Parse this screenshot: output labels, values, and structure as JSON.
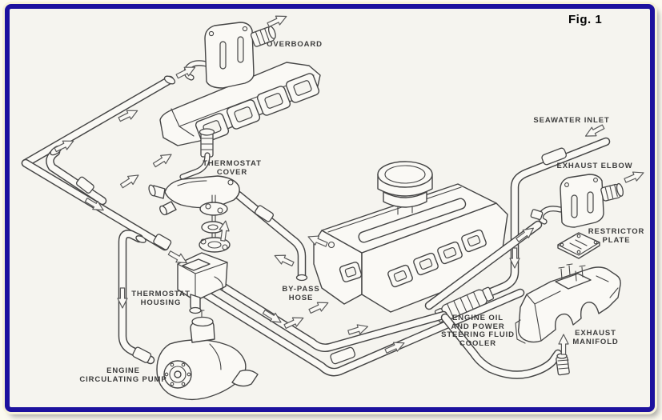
{
  "figure": {
    "number": "Fig. 1"
  },
  "labels": {
    "overboard": "OVERBOARD",
    "thermostat_cover": [
      "THERMOSTAT",
      "COVER"
    ],
    "seawater_inlet": "SEAWATER INLET",
    "exhaust_elbow": "EXHAUST ELBOW",
    "restrictor_plate": [
      "RESTRICTOR",
      "PLATE"
    ],
    "thermostat_housing": [
      "THERMOSTAT",
      "HOUSING"
    ],
    "bypass_hose": [
      "BY-PASS",
      "HOSE"
    ],
    "oil_cooler": [
      "ENGINE OIL",
      "AND POWER",
      "STEERING FLUID",
      "COOLER"
    ],
    "exhaust_manifold": [
      "EXHAUST",
      "MANIFOLD"
    ],
    "engine_circulating_pump": [
      "ENGINE",
      "CIRCULATING PUMP"
    ]
  },
  "colors": {
    "frame_border": "#1d129e",
    "paper": "#f5f4ef",
    "line_ink": "#454545",
    "label_text": "#3d3d3d",
    "page_background": "#fcfaf0"
  }
}
